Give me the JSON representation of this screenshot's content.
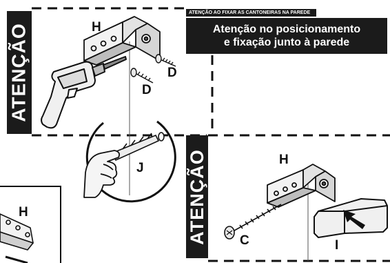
{
  "warnings": {
    "top_band_text": "ATENÇÃO",
    "bottom_band_text": "ATENÇÃO",
    "small_banner_text": "ATENÇÃO AO FIXAR AS CANTONEIRAS NA PAREDE",
    "main_banner_line1": "Atenção no posicionamento",
    "main_banner_line2": "e fixação junto à parede"
  },
  "labels": {
    "h_top": "H",
    "d_upper": "D",
    "d_lower": "D",
    "j": "J",
    "h_bottom_right": "H",
    "c": "C",
    "i": "I",
    "h_bottom_left": "H"
  },
  "colors": {
    "ink": "#111111",
    "band": "#1b1b1b",
    "paper": "#ffffff",
    "metal_light": "#f2f2f2",
    "metal_shade": "#cfcfcf"
  }
}
